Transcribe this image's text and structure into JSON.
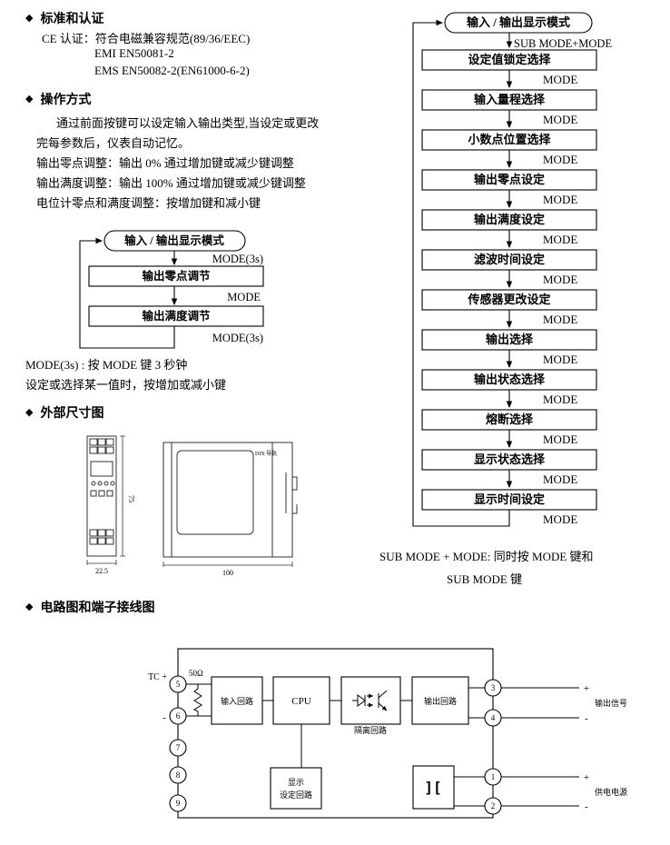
{
  "ui": {
    "bullet": "◆"
  },
  "standards": {
    "title": "标准和认证",
    "ce": "CE 认证：符合电磁兼容规范(89/36/EEC)",
    "emi": "EMI EN50081-2",
    "ems": "EMS EN50082-2(EN61000-6-2)"
  },
  "operation": {
    "title": "操作方式",
    "p1": "通过前面按键可以设定输入输出类型,当设定或更改",
    "p2": "完每参数后，仪表自动记忆。",
    "p3": "输出零点调整：输出 0% 通过增加键或减少键调整",
    "p4": "输出满度调整：输出 100% 通过增加键或减少键调整",
    "p5": "电位计零点和满度调整：按增加键和减小键",
    "note1": "MODE(3s) : 按 MODE 键 3 秒钟",
    "note2": "设定或选择某一值时，按增加或减小键"
  },
  "small_flow": {
    "start": "输入 / 输出显示模式",
    "label1": "MODE(3s)",
    "box1": "输出零点调节",
    "label2": "MODE",
    "box2": "输出满度调节",
    "label3": "MODE(3s)"
  },
  "dimensions": {
    "title": "外部尺寸图",
    "width": "22.5",
    "height": "75",
    "depth": "100",
    "rail": "DIN 导轨"
  },
  "main_flow": {
    "start": "输入 / 输出显示模式",
    "sub_label": "SUB MODE+MODE",
    "mode": "MODE",
    "steps": [
      "设定值锁定选择",
      "输入量程选择",
      "小数点位置选择",
      "输出零点设定",
      "输出满度设定",
      "滤波时间设定",
      "传感器更改设定",
      "输出选择",
      "输出状态选择",
      "熔断选择",
      "显示状态选择",
      "显示时间设定"
    ],
    "footnote1": "SUB MODE + MODE: 同时按 MODE 键和",
    "footnote2": "SUB MODE 键"
  },
  "circuit": {
    "title": "电路图和端子接线图",
    "tc": "TC +",
    "minus": "-",
    "plus": "+",
    "resistor": "50Ω",
    "terminals": {
      "t1": "1",
      "t2": "2",
      "t3": "3",
      "t4": "4",
      "t5": "5",
      "t6": "6",
      "t7": "7",
      "t8": "8",
      "t9": "9"
    },
    "input_block": "输入回路",
    "cpu": "CPU",
    "isolation": "隔离回路",
    "output_block": "输出回路",
    "display_line1": "显示",
    "display_line2": "设定回路",
    "transformer_glyph": "][",
    "output_signal": "输出信号",
    "power": "供电电源"
  }
}
